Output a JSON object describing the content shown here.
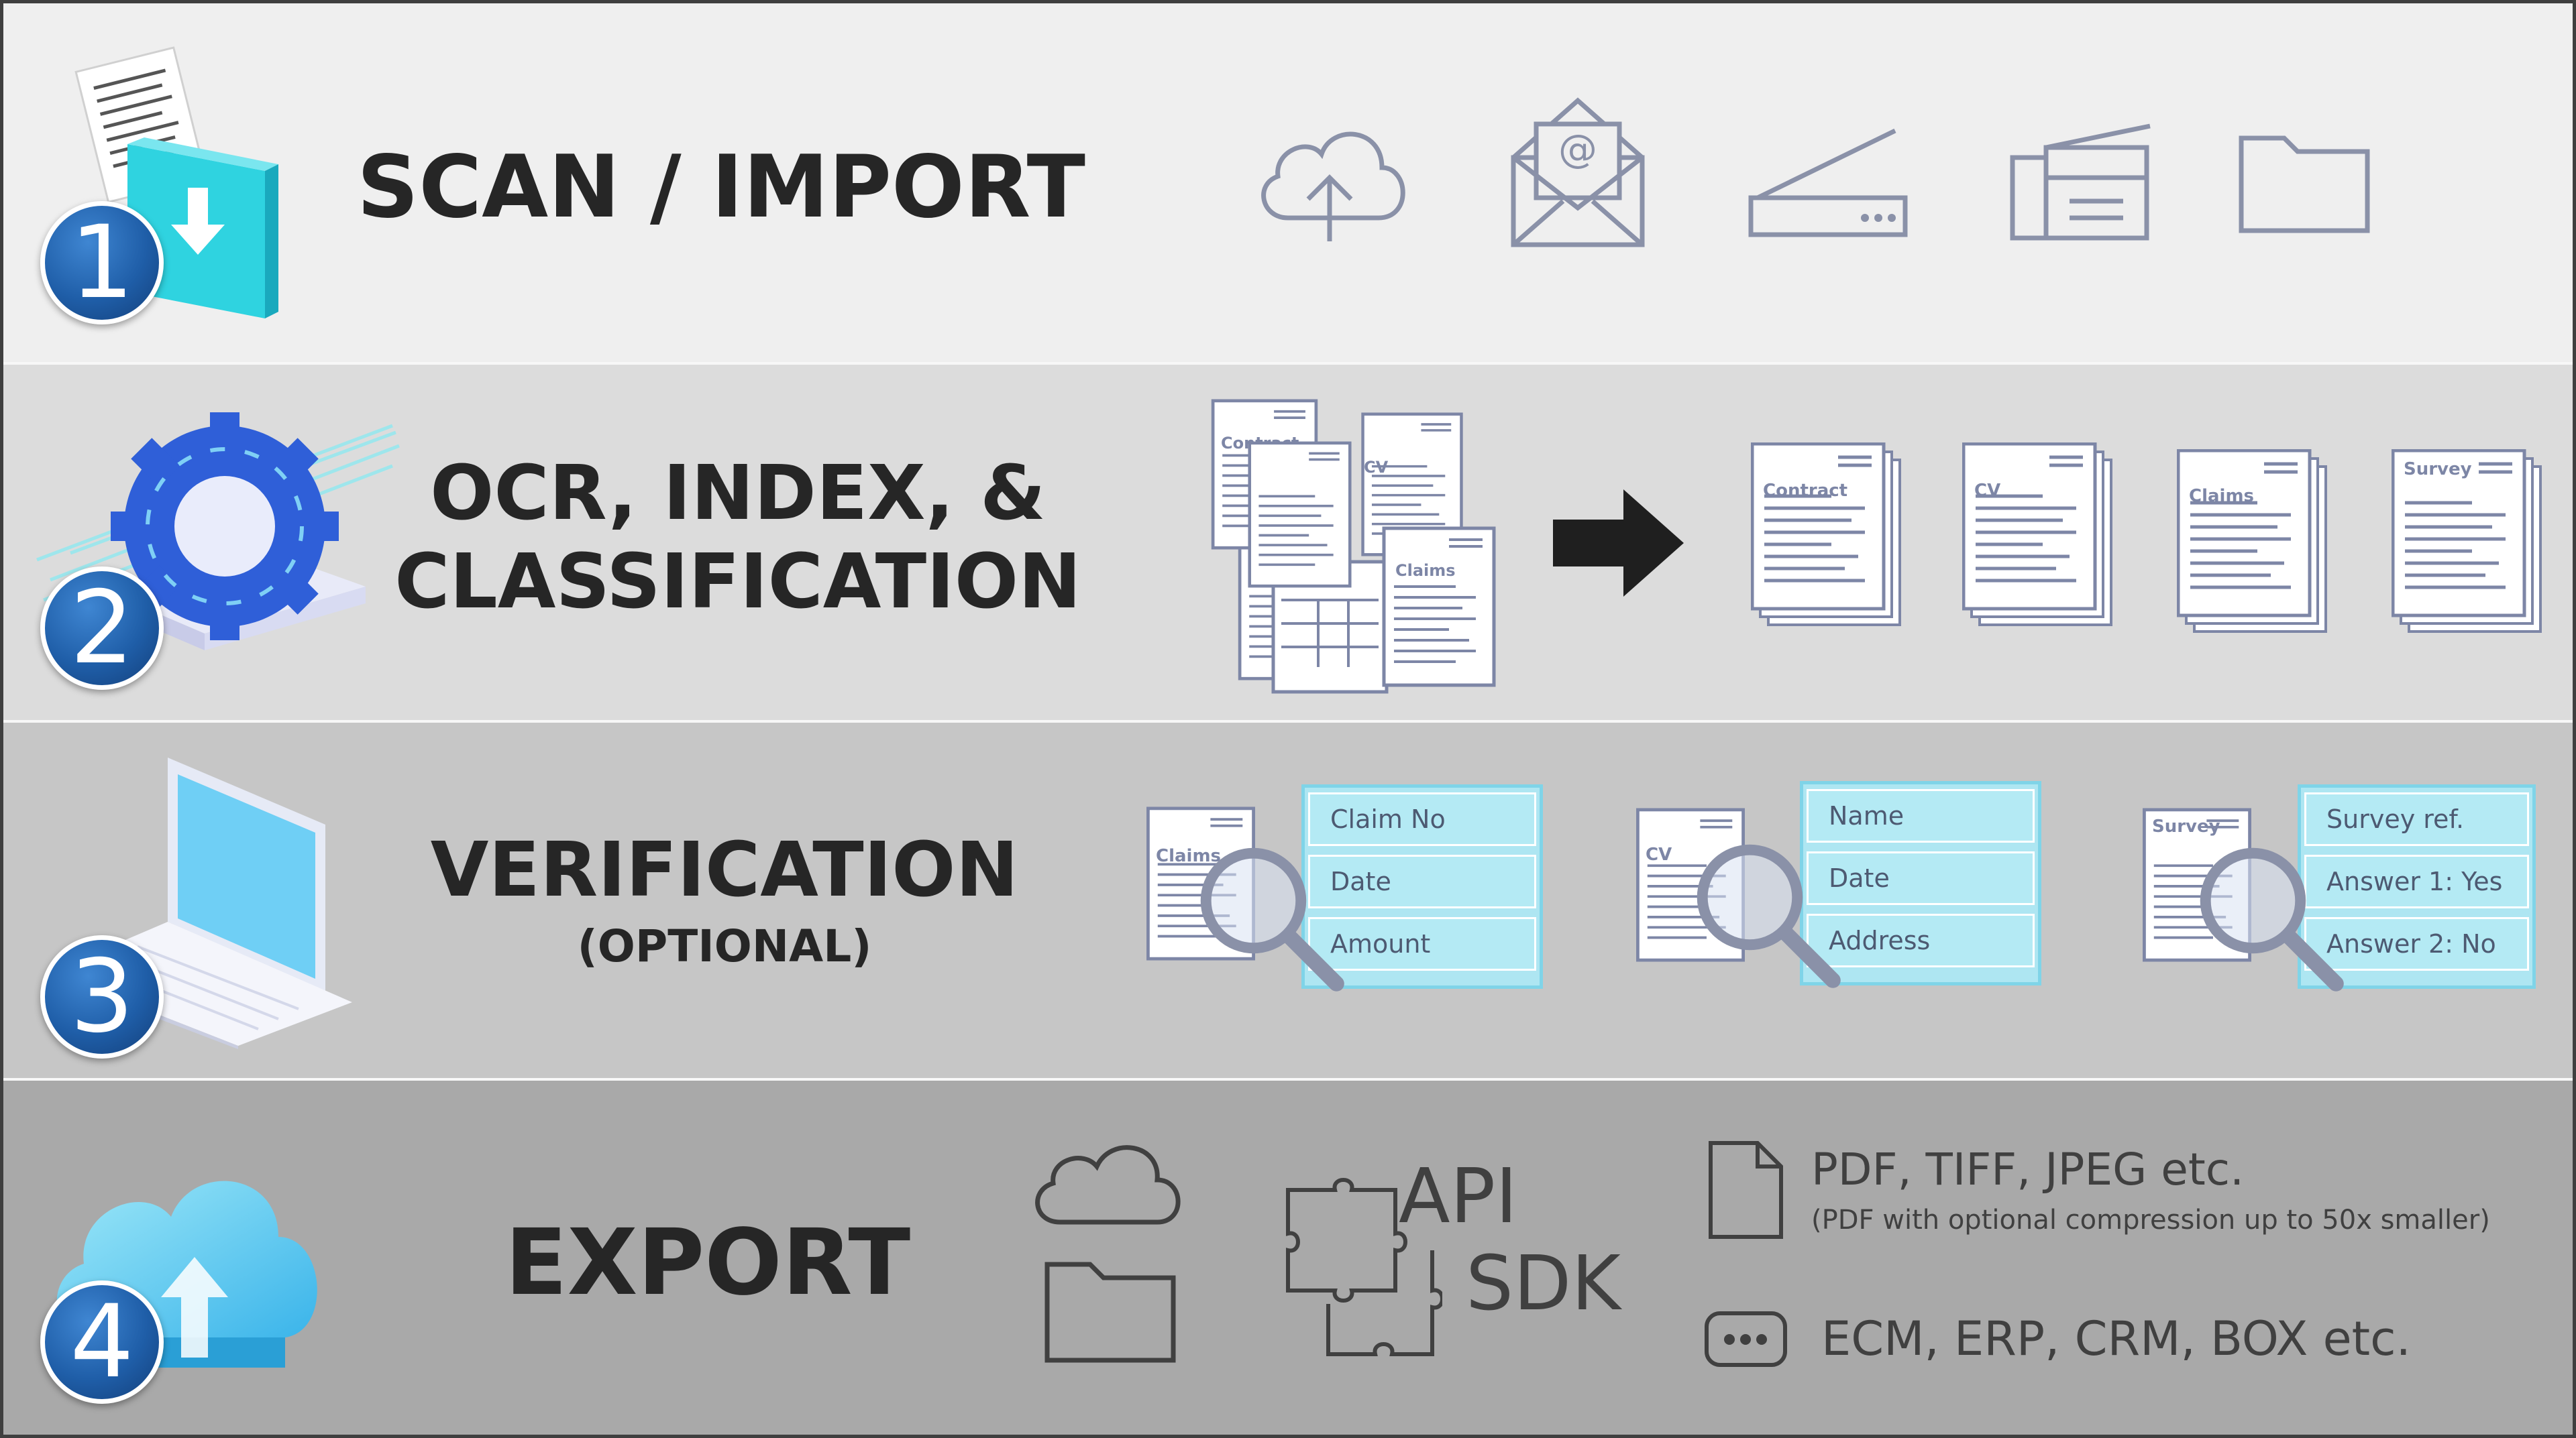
{
  "steps": [
    {
      "number": "1",
      "title": "SCAN / IMPORT"
    },
    {
      "number": "2",
      "title_line1": "OCR, INDEX, &",
      "title_line2": "CLASSIFICATION"
    },
    {
      "number": "3",
      "title": "VERIFICATION",
      "subtitle": "(OPTIONAL)"
    },
    {
      "number": "4",
      "title": "EXPORT"
    }
  ],
  "scan_icons": [
    "cloud-upload-icon",
    "email-icon",
    "flatbed-scanner-icon",
    "copier-scanner-icon",
    "folder-icon"
  ],
  "classification": {
    "input_docs": [
      "Contract",
      "CV",
      "Claims"
    ],
    "sorted_docs": [
      "Contract",
      "CV",
      "Claims",
      "Survey"
    ]
  },
  "verification": [
    {
      "doc_label": "Claims",
      "fields": [
        "Claim No",
        "Date",
        "Amount"
      ]
    },
    {
      "doc_label": "CV",
      "fields": [
        "Name",
        "Date",
        "Address"
      ]
    },
    {
      "doc_label": "Survey",
      "fields": [
        "Survey ref.",
        "Answer 1: Yes",
        "Answer 2: No"
      ]
    }
  ],
  "export": {
    "api": "API",
    "sdk": "SDK",
    "formats": "PDF, TIFF, JPEG etc.",
    "formats_note": "(PDF with optional compression up to 50x smaller)",
    "systems": "ECM, ERP, CRM, BOX etc."
  },
  "colors": {
    "band1": "#efefef",
    "band2": "#dcdcdc",
    "band3": "#c6c6c6",
    "band4": "#a9a9a9",
    "badge": "#1f5ea8",
    "icon_line": "#8a91a8",
    "doc_line": "#7d86a6",
    "field": "#b4eaf4"
  }
}
